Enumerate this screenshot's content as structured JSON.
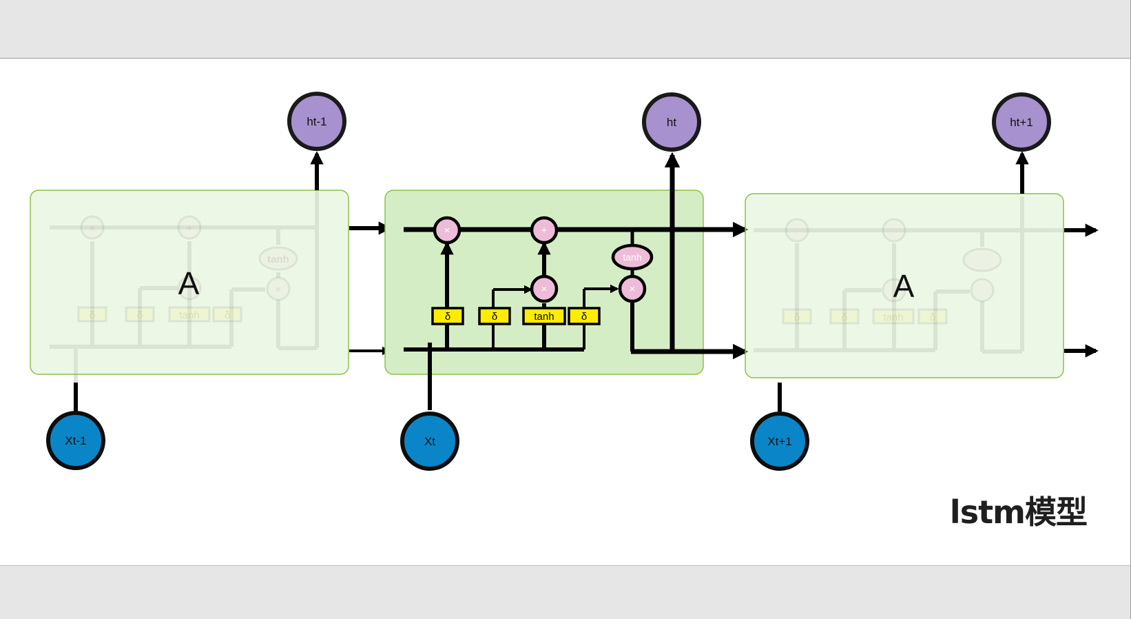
{
  "cells": [
    {
      "label": "A",
      "input": "Xt-1",
      "output": "ht-1",
      "ops": {
        "mul1": "×",
        "add": "+",
        "mul2": "×",
        "mul3": "×",
        "tanh": "tanh"
      },
      "gates": [
        "δ",
        "δ",
        "tanh",
        "δ"
      ]
    },
    {
      "label": "",
      "input": "Xt",
      "output": "ht",
      "ops": {
        "mul1": "×",
        "add": "+",
        "mul2": "×",
        "mul3": "×",
        "tanh": "tanh"
      },
      "gates": [
        "δ",
        "δ",
        "tanh",
        "δ"
      ]
    },
    {
      "label": "A",
      "input": "Xt+1",
      "output": "ht+1",
      "ops": {
        "mul1": "",
        "add": "",
        "mul2": "",
        "mul3": "",
        "tanh": ""
      },
      "gates": [
        "δ",
        "δ",
        "tanh",
        "δ"
      ]
    }
  ],
  "title": "lstm模型",
  "colors": {
    "cell_fill": "#d5edc4",
    "cell_border": "#8cc04a",
    "gate_fill": "#ffec00",
    "op_fill": "#eebcd8",
    "output_fill": "#a792cf",
    "input_fill": "#0a86c8",
    "line": "#000000"
  }
}
